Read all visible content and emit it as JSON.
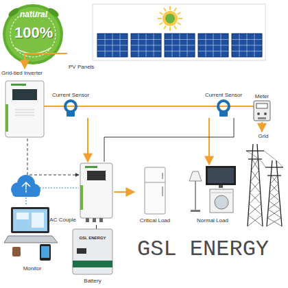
{
  "diagram": {
    "nodes": [
      {
        "text": [
          "PV Panels"
        ]
      },
      {
        "text": [
          "Grid-tied Inverter"
        ]
      },
      {
        "text": [
          "Current Sensor"
        ]
      },
      {
        "text": [
          "Current Sensor"
        ]
      },
      {
        "text": [
          "Meter"
        ]
      },
      {
        "text": [
          "Grid"
        ]
      },
      {
        "text": [
          "AC Couple"
        ]
      },
      {
        "text": [
          "Critical Load"
        ]
      },
      {
        "text": [
          "Normal Load"
        ]
      },
      {
        "text": [
          "Battery",
          "GSL ENERGY"
        ]
      },
      {
        "text": [
          "Monitor"
        ]
      }
    ],
    "edges": [
      {
        "from": 0,
        "to": 1,
        "arrow": "to"
      },
      {
        "from": 1,
        "to": 2,
        "arrow": "none"
      },
      {
        "from": 2,
        "to": 3,
        "arrow": "none"
      },
      {
        "from": 3,
        "to": 4,
        "arrow": "none"
      },
      {
        "from": 4,
        "to": 5,
        "arrow": "to"
      },
      {
        "from": 2,
        "to": 6,
        "arrow": "to"
      },
      {
        "from": 3,
        "to": 8,
        "arrow": "to"
      },
      {
        "from": 6,
        "to": 7,
        "arrow": "to"
      },
      {
        "from": 6,
        "to": 9,
        "arrow": "none"
      },
      {
        "from": 1,
        "to": 6,
        "arrow": "to"
      },
      {
        "from": 3,
        "to": 6,
        "arrow": "none"
      },
      {
        "from": 10,
        "to": 6,
        "arrow": "none"
      }
    ],
    "labels": [
      "natural",
      "100%",
      "GSL ENERGY"
    ]
  }
}
